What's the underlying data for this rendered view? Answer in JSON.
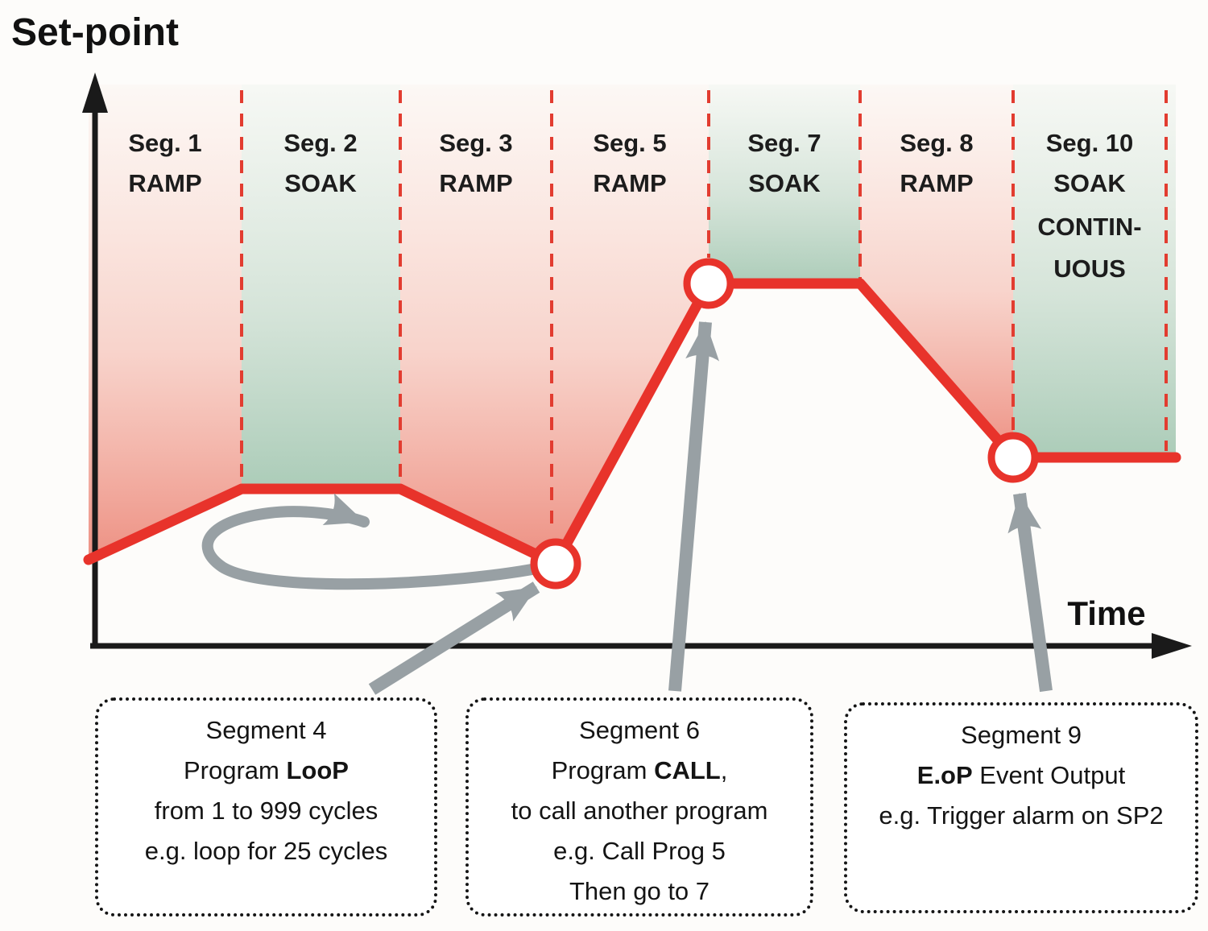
{
  "title": "Set-point",
  "x_axis_label": "Time",
  "colors": {
    "profile_red": "#e8332b",
    "divider_red": "#e23c30",
    "arrow_gray": "#98a0a4",
    "ramp_shade": "#e14a32",
    "soak_shade": "#6ea886",
    "text": "#1a1a1a"
  },
  "segments": [
    {
      "name": "Seg. 1",
      "type": "RAMP"
    },
    {
      "name": "Seg. 2",
      "type": "SOAK"
    },
    {
      "name": "Seg. 3",
      "type": "RAMP"
    },
    {
      "name": "Seg. 5",
      "type": "RAMP"
    },
    {
      "name": "Seg. 7",
      "type": "SOAK"
    },
    {
      "name": "Seg. 8",
      "type": "RAMP"
    },
    {
      "name": "Seg. 10",
      "type": "SOAK",
      "type_line2": "CONTIN-",
      "type_line3": "UOUS"
    }
  ],
  "callouts": [
    {
      "line1": "Segment 4",
      "line2_pre": "Program ",
      "line2_bold": "LooP",
      "line2_post": "",
      "line3": "from 1 to 999 cycles",
      "line4": "e.g. loop for 25 cycles"
    },
    {
      "line1": "Segment 6",
      "line2_pre": "Program ",
      "line2_bold": "CALL",
      "line2_post": ",",
      "line3": "to call another program",
      "line4": "e.g. Call Prog 5",
      "line5": "Then go to 7"
    },
    {
      "line1": "Segment 9",
      "line2_pre": "",
      "line2_bold": "E.oP",
      "line2_post": " Event Output",
      "line3": "e.g. Trigger alarm on SP2"
    }
  ]
}
